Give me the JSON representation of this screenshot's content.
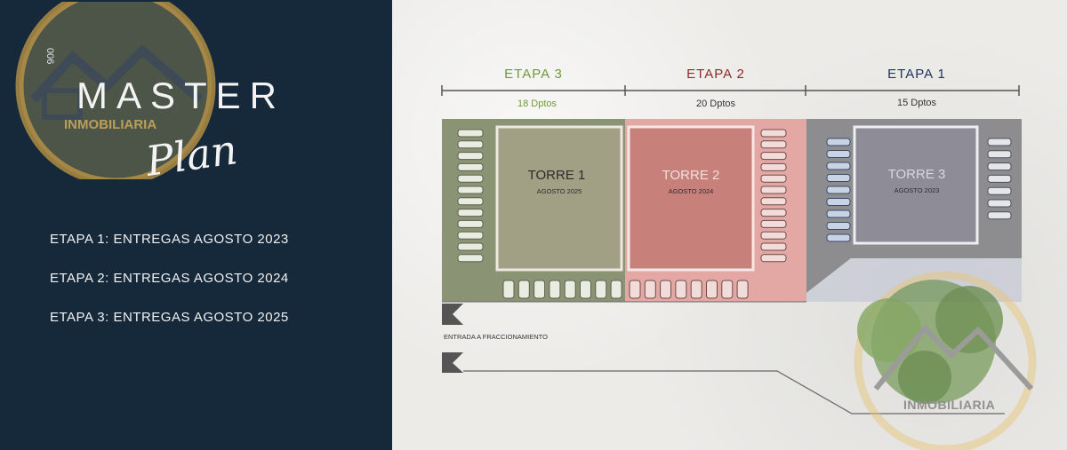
{
  "watermark": {
    "number": "006",
    "brand": "INMOBILIARIA"
  },
  "title": {
    "word1": "MASTER",
    "word2": "Plan"
  },
  "deliveries": [
    "ETAPA 1: ENTREGAS AGOSTO 2023",
    "ETAPA 2: ENTREGAS AGOSTO 2024",
    "ETAPA 3: ENTREGAS AGOSTO 2025"
  ],
  "stages": [
    {
      "label": "ETAPA 3",
      "units": "18 Dptos",
      "color": "#6f9a3a"
    },
    {
      "label": "ETAPA 2",
      "units": "20 Dptos",
      "color": "#8e2a2a"
    },
    {
      "label": "ETAPA 1",
      "units": "15 Dptos",
      "color": "#1f3460"
    }
  ],
  "towers": [
    {
      "name": "TORRE 1",
      "date": "AGOSTO 2025"
    },
    {
      "name": "TORRE 2",
      "date": "AGOSTO 2024"
    },
    {
      "name": "TORRE 3",
      "date": "AGOSTO 2023"
    }
  ],
  "entrance_label": "ENTRADA A FRACCIONAMIENTO",
  "colors": {
    "panel": "#16293a",
    "etapa3_fill": "#8a9474",
    "etapa2_fill": "#e3a7a4",
    "etapa1_fill": "#8d8d90"
  }
}
